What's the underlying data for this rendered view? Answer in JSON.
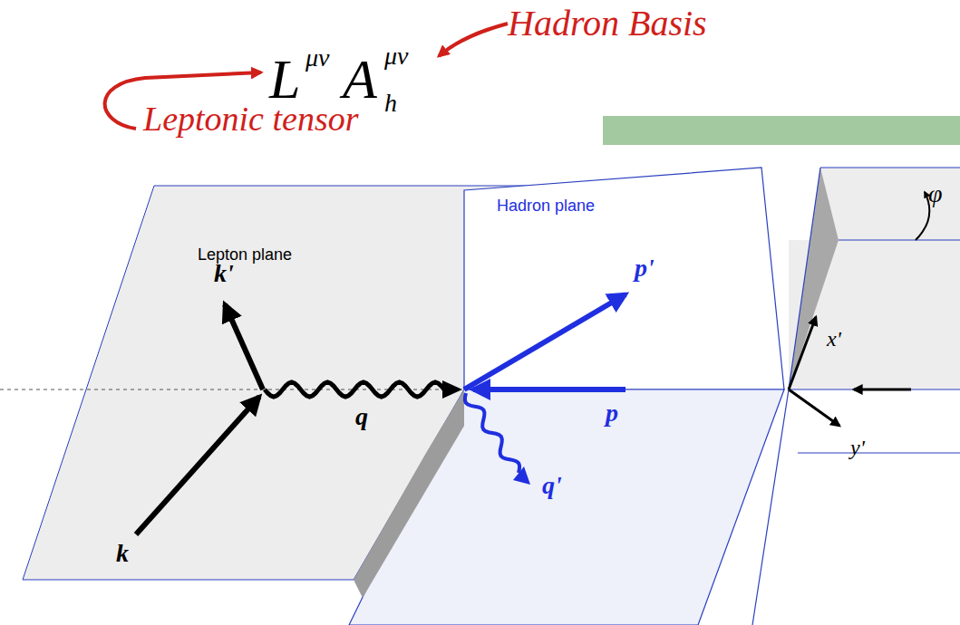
{
  "diagram": {
    "labels": [
      "Hadron Basis",
      "L",
      "μν",
      "A",
      "h",
      "μν",
      "Leptonic tensor",
      "Lepton plane",
      "Hadron plane",
      "k'",
      "k",
      "q",
      "p'",
      "p",
      "q'",
      "x'",
      "y'",
      "φ"
    ]
  }
}
